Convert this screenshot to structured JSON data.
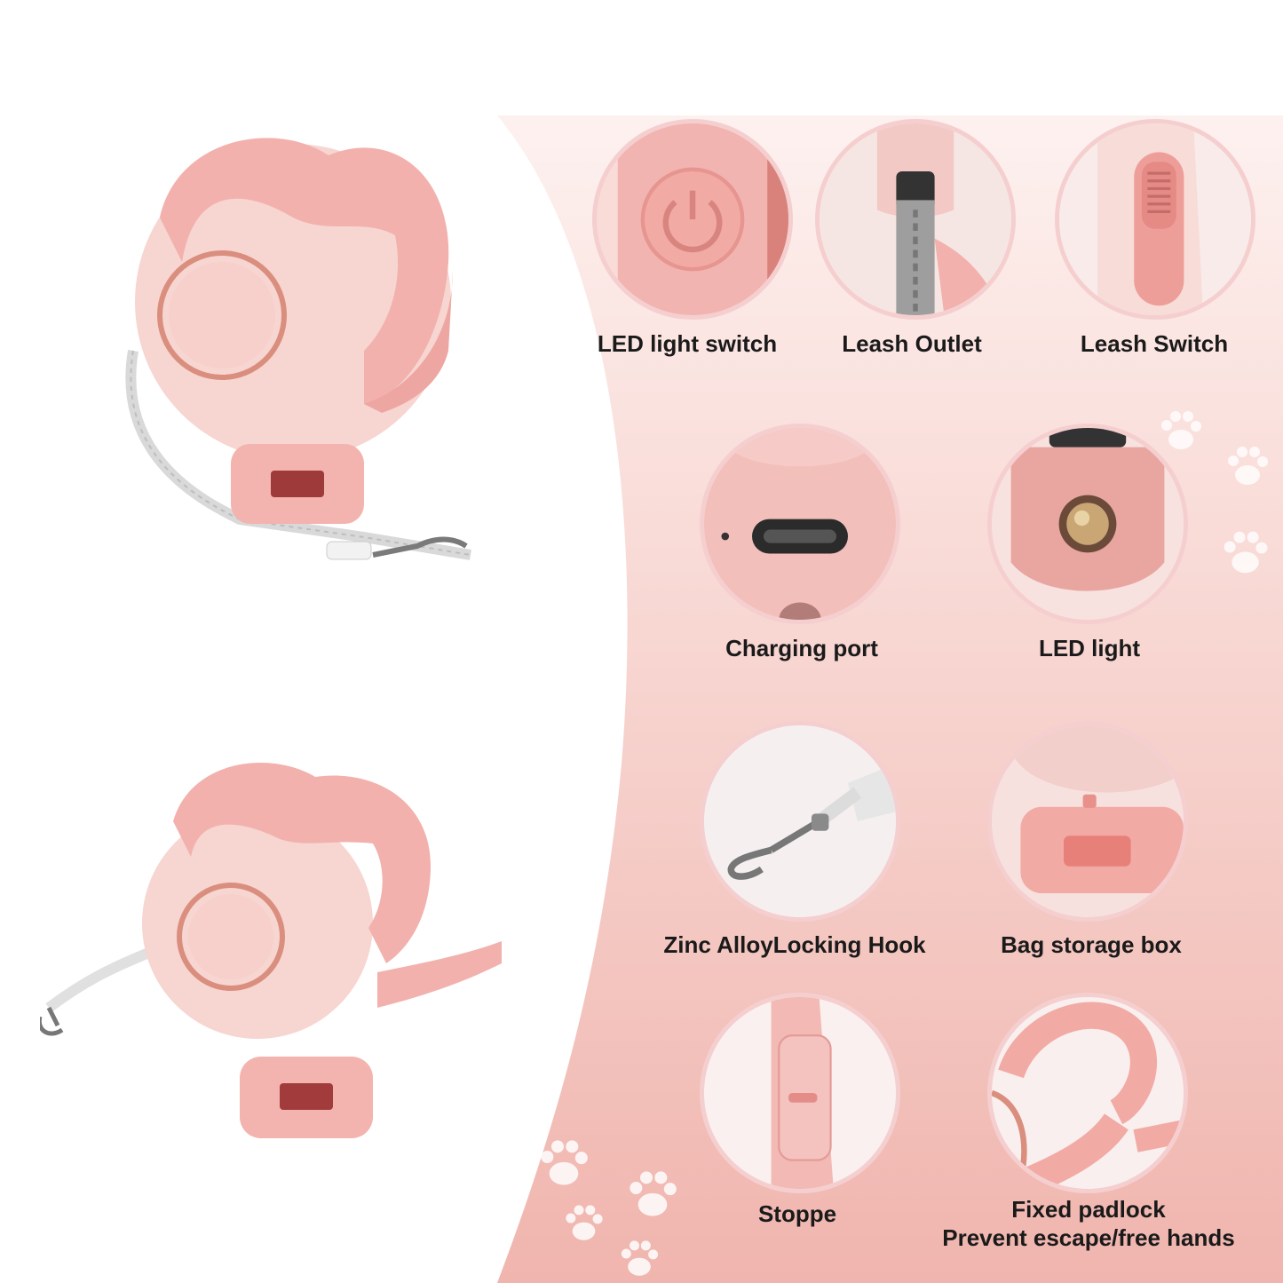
{
  "colors": {
    "background": "#ffffff",
    "pink_panel": "#f4c4bf",
    "product_pink": "#f2b4b0",
    "product_light": "#f7d3cf",
    "label_text": "#1a1a1a"
  },
  "products": [
    {
      "name": "retractable-leash-closed",
      "icon": "leash-dispenser"
    },
    {
      "name": "retractable-leash-handle-open",
      "icon": "leash-dispenser-open"
    }
  ],
  "features": [
    {
      "label": "LED light switch",
      "icon": "power-button-icon"
    },
    {
      "label": "Leash Outlet",
      "icon": "leash-outlet-icon"
    },
    {
      "label": "Leash Switch",
      "icon": "slide-switch-icon"
    },
    {
      "label": "Charging port",
      "icon": "usb-c-port-icon"
    },
    {
      "label": "LED light",
      "icon": "led-lamp-icon"
    },
    {
      "label": "Zinc AlloyLocking Hook",
      "icon": "snap-hook-icon"
    },
    {
      "label": "Bag storage box",
      "icon": "bag-box-icon"
    },
    {
      "label": "Stoppe",
      "icon": "stopper-icon"
    },
    {
      "label": "Fixed padlock",
      "label_line2": "Prevent escape/free hands",
      "icon": "padlock-handle-icon"
    }
  ],
  "decorations": {
    "paw_icon": "paw-print-icon"
  }
}
